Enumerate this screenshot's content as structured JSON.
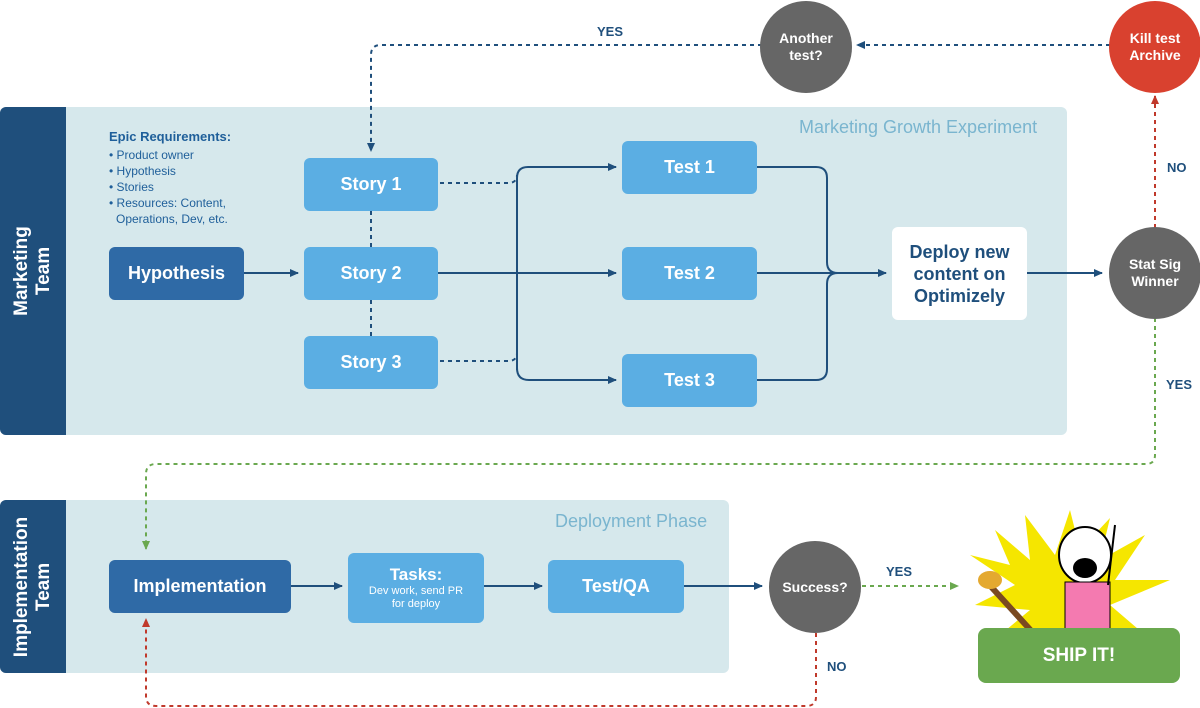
{
  "lanes": {
    "marketing": {
      "label": "Marketing Team",
      "title": "Marketing Growth Experiment"
    },
    "implementation": {
      "label": "Implementation Team",
      "title": "Deployment Phase"
    }
  },
  "epic": {
    "title": "Epic Requirements:",
    "items": [
      "• Product owner",
      "• Hypothesis",
      "• Stories",
      "• Resources: Content,",
      "  Operations, Dev, etc."
    ]
  },
  "nodes": {
    "hypothesis": "Hypothesis",
    "story1": "Story 1",
    "story2": "Story 2",
    "story3": "Story 3",
    "test1": "Test 1",
    "test2": "Test 2",
    "test3": "Test 3",
    "deploy": "Deploy new content on Optimizely",
    "stat_sig": "Stat Sig Winner",
    "another_test": "Another test?",
    "kill_test": "Kill test Archive",
    "implementation": "Implementation",
    "tasks_title": "Tasks:",
    "tasks_sub": "Dev work, send PR for deploy",
    "test_qa": "Test/QA",
    "success": "Success?",
    "ship_it": "SHIP IT!"
  },
  "edge_labels": {
    "yes_top": "YES",
    "no_right": "NO",
    "yes_right": "YES",
    "yes_success": "YES",
    "no_success": "NO"
  },
  "colors": {
    "lane_bg": "#d6e8ec",
    "lane_header": "#1f4f7c",
    "box_light": "#5baee3",
    "box_dark": "#2f6aa6",
    "decision_grey": "#666666",
    "kill_red": "#d9412f",
    "ship_green": "#6aa84f",
    "arrow_blue": "#1f4f7c",
    "arrow_red": "#c0392b",
    "arrow_green": "#6aa84f"
  }
}
